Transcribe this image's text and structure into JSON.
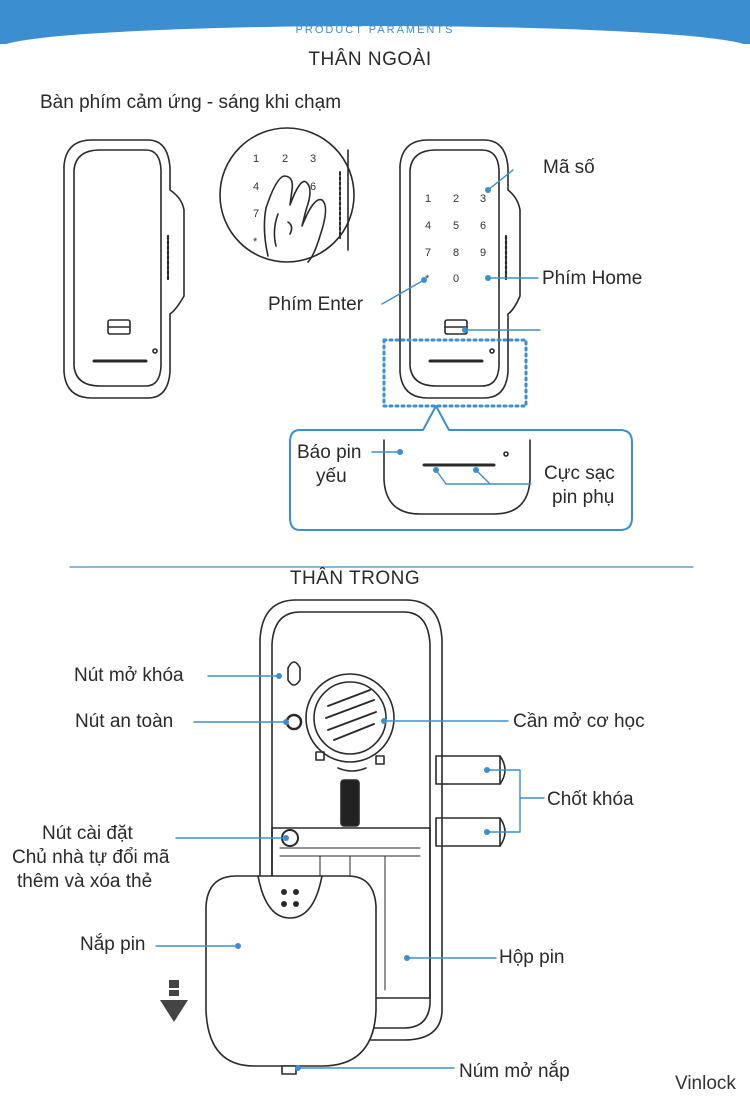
{
  "header": {
    "title": "PRODUCT PARAMENTS"
  },
  "outer": {
    "section_title": "THÂN NGOÀI",
    "keypad_caption": "Bàn phím cảm ứng - sáng khi chạm",
    "keys": [
      "1",
      "2",
      "3",
      "4",
      "5",
      "6",
      "7",
      "8",
      "9",
      "*",
      "0"
    ],
    "labels": {
      "code": "Mã số",
      "home": "Phím Home",
      "enter": "Phím Enter",
      "low_battery_1": "Báo pin",
      "low_battery_2": "yếu",
      "aux_1": "Cực sạc",
      "aux_2": "pin phụ"
    }
  },
  "inner": {
    "section_title": "THÂN TRONG",
    "labels": {
      "unlock_button": "Nút mở khóa",
      "safety_button": "Nút an toàn",
      "mechanical_lever": "Cần mở cơ học",
      "bolts": "Chốt khóa",
      "setup_1": "Nút cài đặt",
      "setup_2": "Chủ nhà tự đổi mã",
      "setup_3": "thêm và xóa thẻ",
      "battery_cover": "Nắp pin",
      "battery_box": "Hộp pin",
      "cover_knob": "Núm mở nắp"
    }
  },
  "brand": "Vinlock",
  "colors": {
    "accent": "#3b8fd0",
    "line": "#2a2a2a"
  }
}
